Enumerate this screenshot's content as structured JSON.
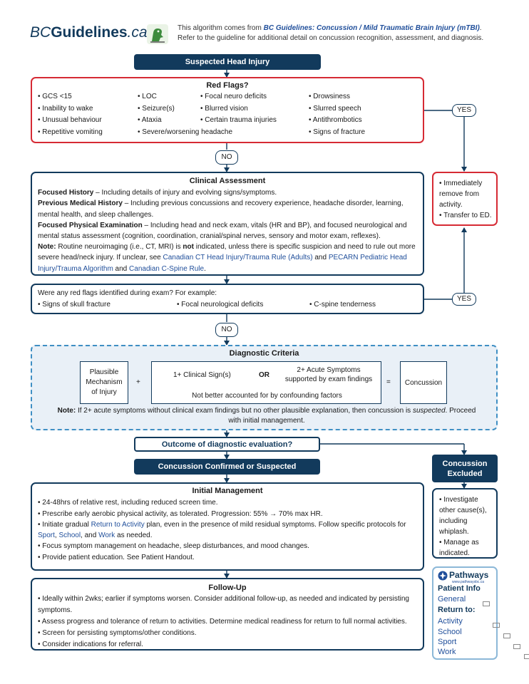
{
  "header": {
    "logo_text_a": "BC",
    "logo_text_b": "Guidelines",
    "logo_text_c": ".ca",
    "intro_prefix": "This algorithm comes from ",
    "intro_link": "BC Guidelines: Concussion / Mild Traumatic Brain Injury (mTBI)",
    "intro_suffix": ".",
    "intro_line2": "Refer to the guideline for additional detail on concussion recognition, assessment, and diagnosis."
  },
  "start": "Suspected Head Injury",
  "red_flags": {
    "title": "Red Flags?",
    "col1": [
      "GCS <15",
      "Inability to wake",
      "Unusual behaviour",
      "Repetitive vomiting"
    ],
    "col2": [
      "LOC",
      "Seizure(s)",
      "Ataxia",
      "Severe/worsening headache"
    ],
    "col3": [
      "Focal neuro deficits",
      "Blurred vision",
      "Certain trauma injuries"
    ],
    "col4": [
      "Drowsiness",
      "Slurred speech",
      "Antithrombotics",
      "Signs of fracture"
    ]
  },
  "yes_label": "YES",
  "no_label": "NO",
  "remove_box": {
    "items": [
      "Immediately remove from activity.",
      "Transfer to ED."
    ]
  },
  "clinical": {
    "title": "Clinical Assessment",
    "p1_bold": "Focused History",
    "p1_text": " – Including details of injury and evolving signs/symptoms.",
    "p2_bold": "Previous Medical History",
    "p2_text": " – Including previous concussions and recovery experience, headache disorder, learning, mental health, and sleep challenges.",
    "p3_bold": "Focused Physical Examination",
    "p3_text": " – Including head and neck exam, vitals (HR and BP), and focused neurological and mental status assessment (cognition, coordination, cranial/spinal nerves, sensory and motor exam, reflexes).",
    "p4_bold": "Note:",
    "p4_a": " Routine neuroimaging (i.e., CT, MRI) is ",
    "p4_not": "not",
    "p4_b": " indicated, unless there is specific suspicion and need to rule out more severe head/neck injury. If unclear, see ",
    "p4_link1": "Canadian CT Head Injury/Trauma Rule (Adults)",
    "p4_and1": " and ",
    "p4_link2": "PECARN Pediatric Head Injury/Trauma Algorithm",
    "p4_and2": " and ",
    "p4_link3": "Canadian C-Spine Rule",
    "p4_end": "."
  },
  "exam_flags": {
    "question": "Were any red flags identified during exam? For example:",
    "items": [
      "Signs of skull fracture",
      "Focal neurological deficits",
      "C-spine tenderness"
    ]
  },
  "diagnostic": {
    "title": "Diagnostic Criteria",
    "mechanism": "Plausible Mechanism of Injury",
    "plus": "+",
    "signs": "1+ Clinical Sign(s)",
    "or": "OR",
    "symptoms": "2+ Acute Symptoms supported by exam findings",
    "confounding": "Not better accounted for by confounding factors",
    "equals": "=",
    "result": "Concussion",
    "note_bold": "Note:",
    "note_a": " If 2+ acute symptoms without clinical exam findings but no other plausible explanation, then concussion is ",
    "note_em": "suspected",
    "note_b": ". Proceed with initial management."
  },
  "outcome": "Outcome of diagnostic evaluation?",
  "confirmed": "Concussion Confirmed or Suspected",
  "excluded": "Concussion Excluded",
  "initial": {
    "title": "Initial Management",
    "b1": "24-48hrs of relative rest, including reduced screen time.",
    "b2": "Prescribe early aerobic physical activity, as tolerated. Progression: 55% → 70% max HR.",
    "b3_a": "Initiate gradual ",
    "b3_link": "Return to Activity",
    "b3_b": " plan, even in the presence of mild residual symptoms. Follow specific protocols for ",
    "b3_sport": "Sport",
    "b3_c": ", ",
    "b3_school": "School",
    "b3_d": ", and ",
    "b3_work": "Work",
    "b3_e": " as needed.",
    "b4": "Focus symptom management on headache, sleep disturbances, and mood changes.",
    "b5": "Provide patient education. See Patient Handout."
  },
  "excluded_box": {
    "items": [
      "Investigate other cause(s), including whiplash.",
      "Manage as indicated."
    ]
  },
  "followup": {
    "title": "Follow-Up",
    "items": [
      "Ideally within 2wks; earlier if symptoms worsen. Consider additional follow-up, as needed and indicated by persisting symptoms.",
      "Assess progress and tolerance of return to activities. Determine medical readiness for return to full normal activities.",
      "Screen for persisting symptoms/other conditions.",
      "Consider indications for referral."
    ]
  },
  "pathways": {
    "brand": "Pathways",
    "url": "www.pathwaysbc.ca",
    "patient_info": "Patient Info",
    "general": "General",
    "return_to": "Return to:",
    "links": [
      "Activity",
      "School",
      "Sport",
      "Work"
    ]
  },
  "colors": {
    "navy": "#123a5c",
    "red": "#d62a34",
    "link": "#1f4e9a",
    "diagnostic_fill": "#e9f0f7",
    "diagnostic_border": "#3f8fc4",
    "logo_green": "#3d8b3d"
  }
}
